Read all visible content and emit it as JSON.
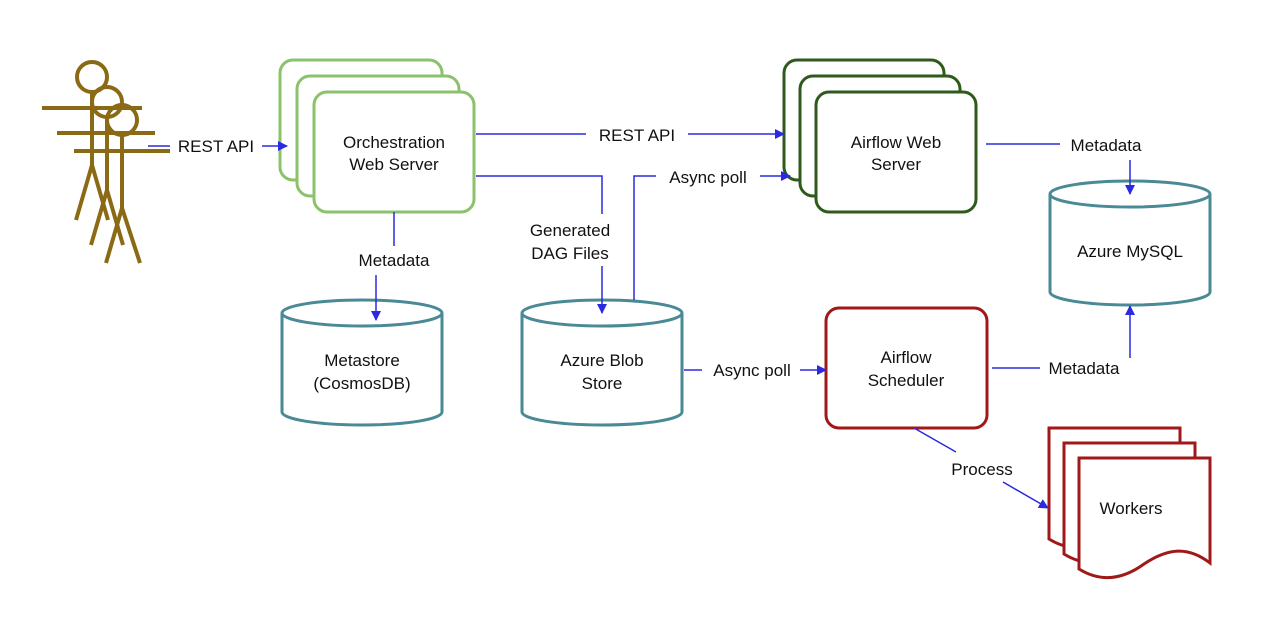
{
  "colors": {
    "arrow": "#2a2ae0",
    "actor": "#8a6a14",
    "light_green": "#8bc26b",
    "dark_green": "#2f5a1c",
    "teal": "#4a8a96",
    "red": "#a01818"
  },
  "actor": {
    "icon": "person-icon",
    "count": 3
  },
  "nodes": {
    "orchestration": {
      "line1": "Orchestration",
      "line2": "Web Server"
    },
    "airflow_web": {
      "line1": "Airflow Web",
      "line2": "Server"
    },
    "metastore": {
      "line1": "Metastore",
      "line2": "(CosmosDB)"
    },
    "blob": {
      "line1": "Azure Blob",
      "line2": "Store"
    },
    "mysql": {
      "line1": "Azure MySQL"
    },
    "scheduler": {
      "line1": "Airflow",
      "line2": "Scheduler"
    },
    "workers": {
      "line1": "Workers"
    }
  },
  "edges": {
    "actor_to_orch": "REST API",
    "orch_to_airflow": "REST API",
    "orch_to_blob_1": "Generated",
    "orch_to_blob_2": "DAG Files",
    "orch_to_metastore": "Metadata",
    "blob_to_airflow": "Async poll",
    "blob_to_scheduler": "Async poll",
    "airflow_to_mysql": "Metadata",
    "scheduler_to_mysql": "Metadata",
    "scheduler_to_workers": "Process"
  }
}
